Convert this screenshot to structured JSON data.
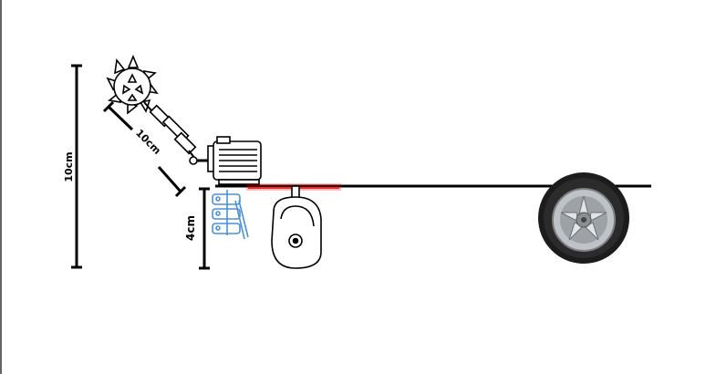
{
  "diagram": {
    "dimensions": {
      "height_total": "10cm",
      "arm_length": "10cm",
      "bracket_height": "4cm"
    },
    "components": {
      "mace_head": "spiked-mace-icon",
      "arm": "arm-icon",
      "motor": "electric-motor-icon",
      "bracket": "mounting-bracket-icon",
      "caster": "caster-wheel-icon",
      "wheel": "car-wheel-icon",
      "chassis": "chassis-bar"
    },
    "colors": {
      "line": "#000000",
      "highlight": "#ff0000",
      "bracket": "#4a90d9"
    }
  }
}
